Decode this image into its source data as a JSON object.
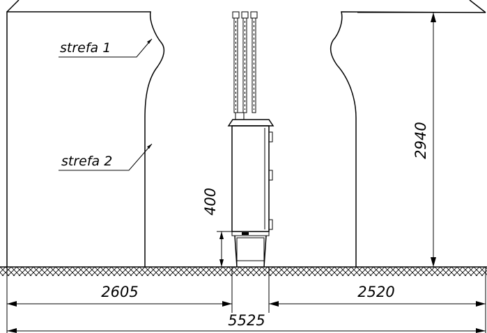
{
  "zones": {
    "zone1": "strefa  1",
    "zone2": "strefa  2"
  },
  "dimensions": {
    "left_span": "2605",
    "right_span": "2520",
    "total_span": "5525",
    "height": "2940",
    "base_height": "400"
  }
}
